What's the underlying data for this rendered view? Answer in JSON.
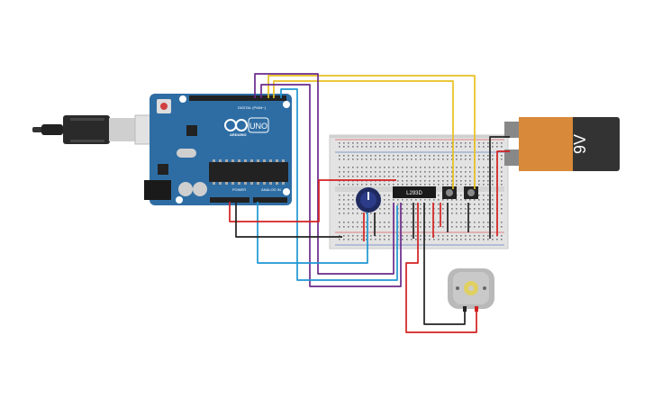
{
  "board": {
    "brand": "ARDUINO",
    "model": "UNO",
    "digital_label": "DIGITAL (PWM~)",
    "power_label": "POWER",
    "analog_label": "ANALOG IN"
  },
  "battery": {
    "label": "9V"
  },
  "driver_ic": {
    "label": "L293D"
  },
  "colors": {
    "board": "#2e6da4",
    "wire_red": "#d32020",
    "wire_black": "#222222",
    "wire_yellow": "#e8c020",
    "wire_purple": "#6a2a8a",
    "wire_blue": "#1e96d2",
    "battery_body": "#d88a3a",
    "battery_dark": "#333333"
  }
}
